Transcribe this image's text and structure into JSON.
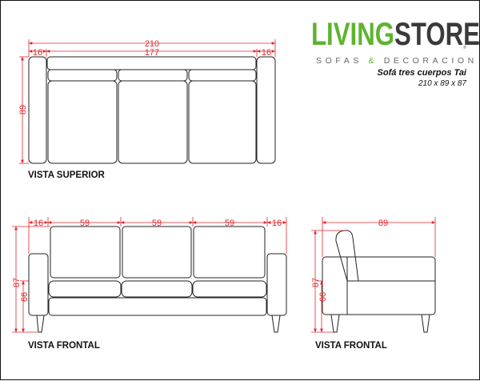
{
  "brand": {
    "name_part1": "LIVING",
    "name_part2": "STORE",
    "registered": "®",
    "tagline_part1": "SOFAS",
    "tagline_amp": "&",
    "tagline_part2": "DECORACION",
    "colors": {
      "green": "#5db42f",
      "dark": "#3a3a3a"
    }
  },
  "product": {
    "title": "Sofá tres cuerpos Tai",
    "dimensions": "210 x 89 x 87"
  },
  "views": {
    "top": {
      "label": "VISTA SUPERIOR",
      "dim_total_width": "210",
      "dim_inner_width": "177",
      "dim_arm_left": "16",
      "dim_arm_right": "16",
      "dim_depth": "89"
    },
    "front": {
      "label": "VISTA FRONTAL",
      "dim_arm_left": "16",
      "dim_seat_1": "59",
      "dim_seat_2": "59",
      "dim_seat_3": "59",
      "dim_arm_right": "16",
      "dim_height": "87",
      "dim_seat_height": "66"
    },
    "side": {
      "label": "VISTA FRONTAL",
      "dim_depth": "89",
      "dim_height": "87",
      "dim_seat_height": "66"
    }
  },
  "colors": {
    "dimension": "#e0282e",
    "outline": "#222222"
  }
}
